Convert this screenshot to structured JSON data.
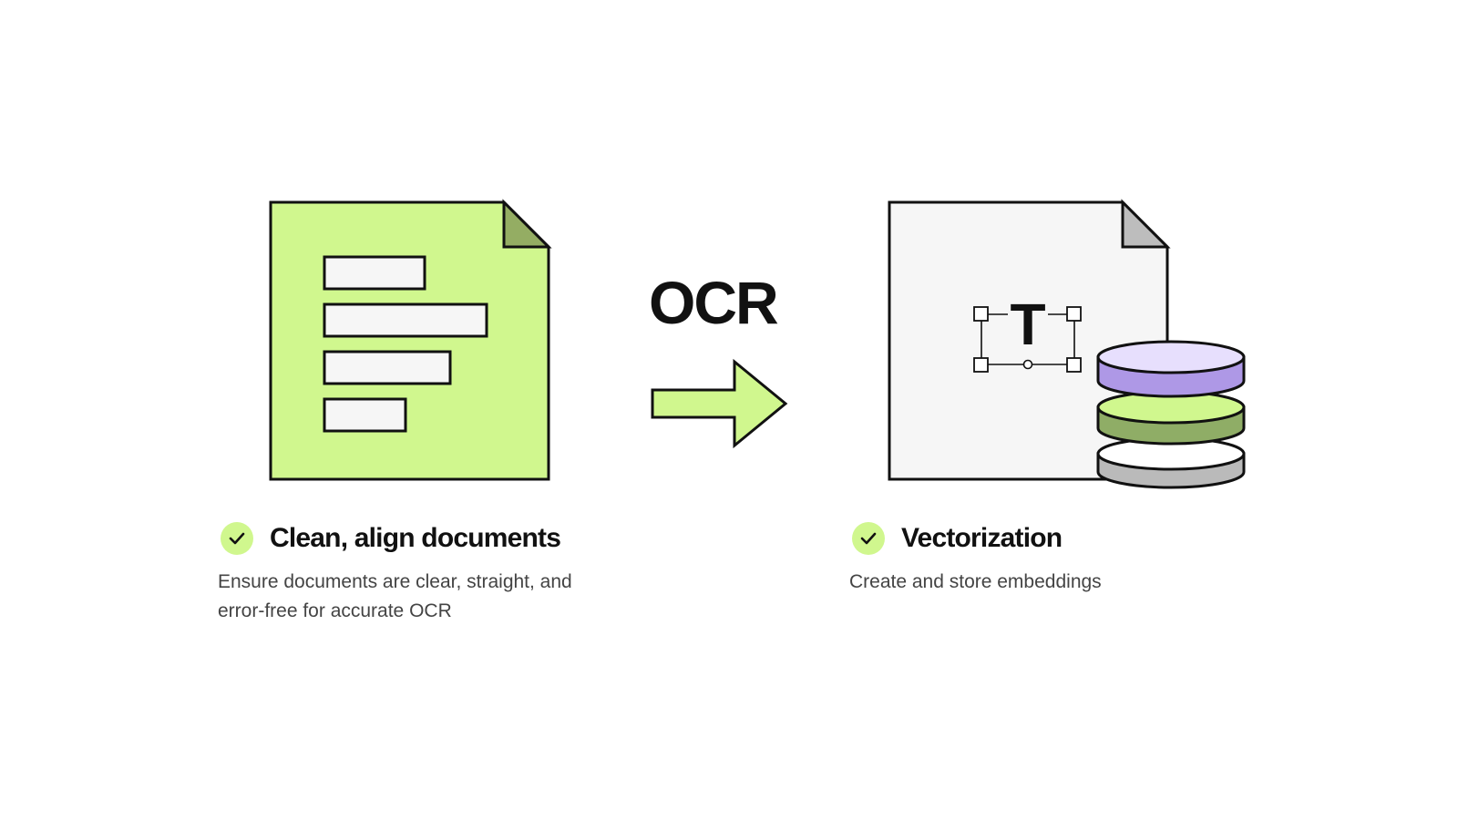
{
  "colors": {
    "accent_green": "#D0F78E",
    "fold_green": "#94AD63",
    "paper_grey": "#F6F6F6",
    "fold_grey": "#BDBDBD",
    "disk_lavender": "#E7DFFD",
    "disk_purple": "#AE98E6",
    "disk_dark_green": "#8FAD66",
    "disk_grey": "#BABABA",
    "outline": "#111111"
  },
  "diagram": {
    "arrow_label": "OCR",
    "steps": [
      {
        "icon": "check-icon",
        "title": "Clean, align documents",
        "description": "Ensure documents are clear, straight, and error-free for accurate OCR"
      },
      {
        "icon": "check-icon",
        "title": "Vectorization",
        "description": "Create and store embeddings"
      }
    ],
    "text_glyph": "T"
  }
}
